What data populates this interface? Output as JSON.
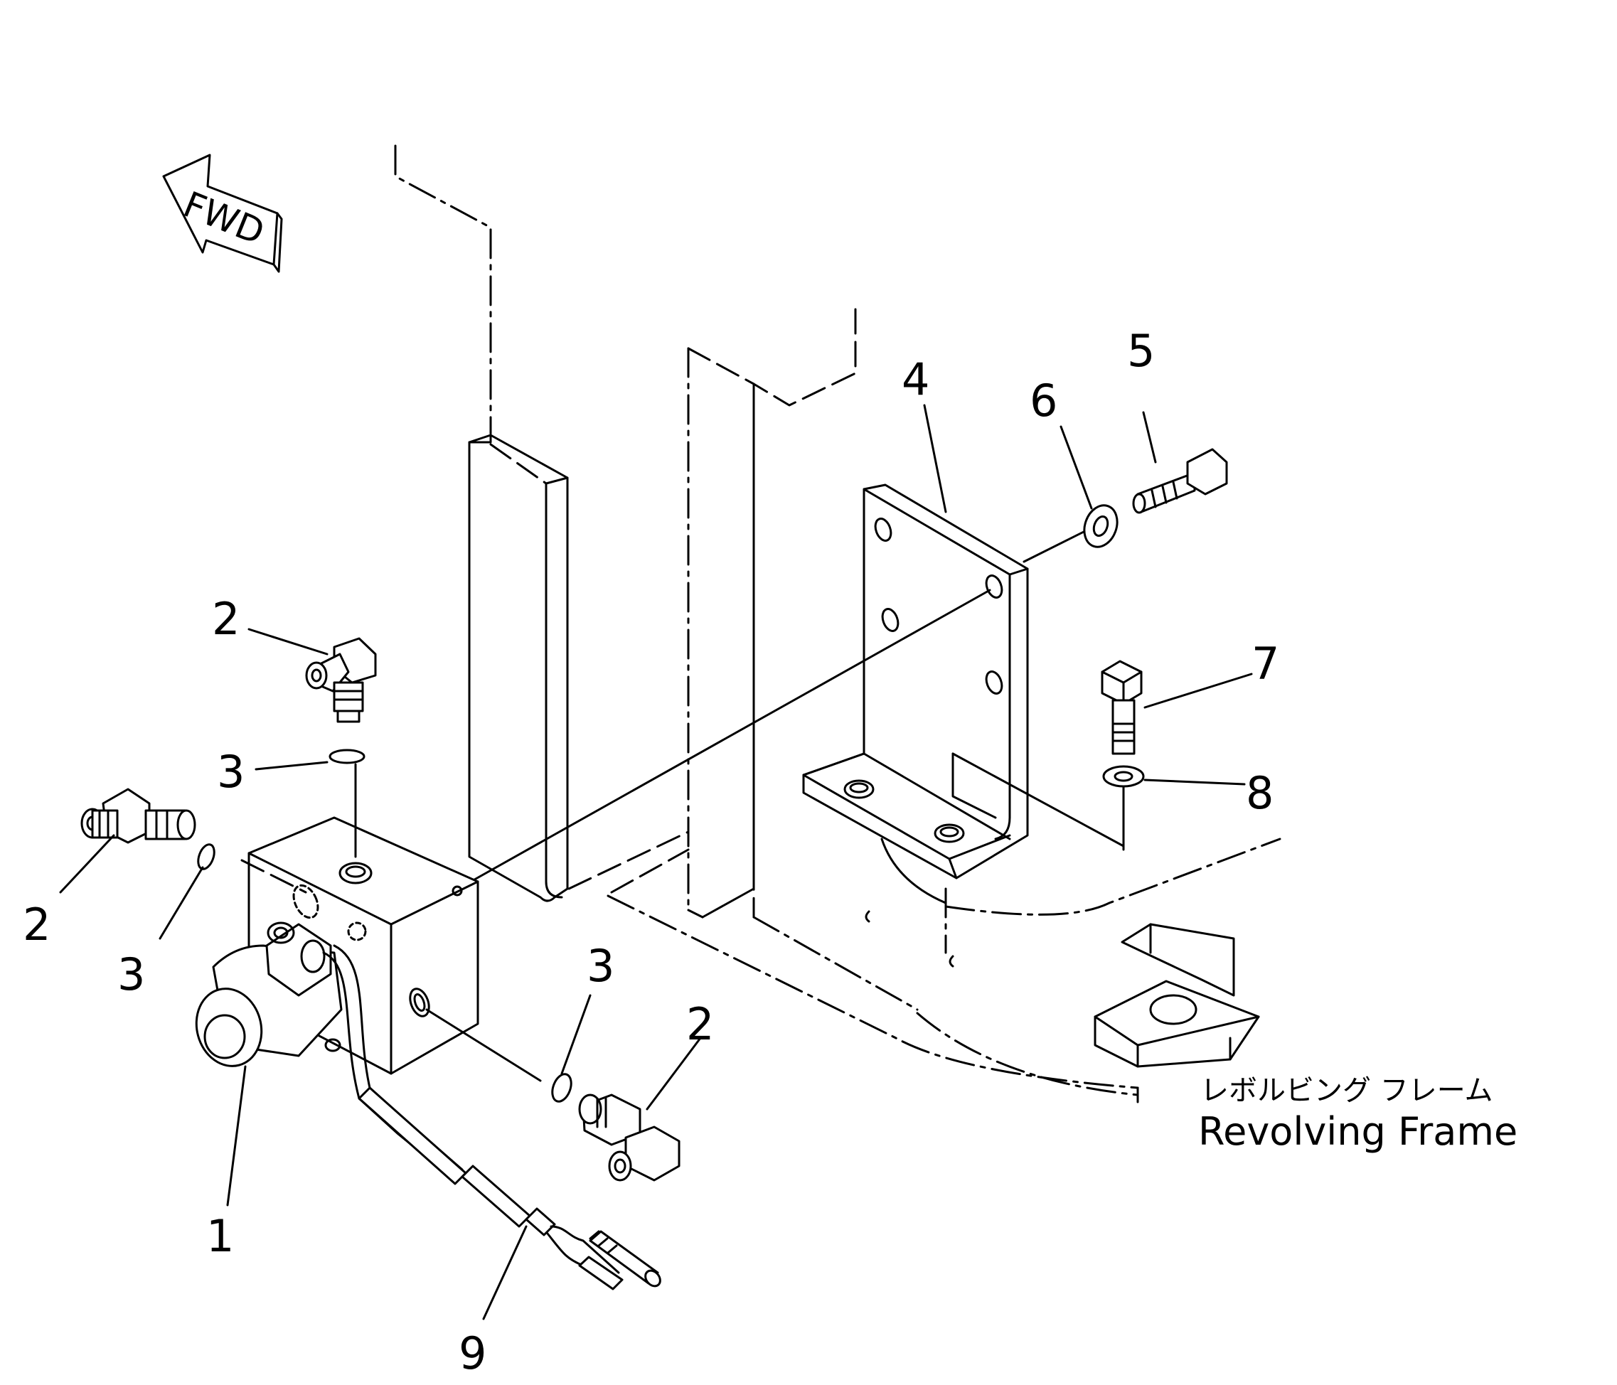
{
  "forward_arrow": {
    "label": "FWD"
  },
  "callouts": {
    "c1": "1",
    "c2_top": "2",
    "c2_left": "2",
    "c2_right": "2",
    "c3_top": "3",
    "c3_left": "3",
    "c3_right": "3",
    "c4": "4",
    "c5": "5",
    "c6": "6",
    "c7": "7",
    "c8": "8",
    "c9": "9"
  },
  "frame_label": {
    "japanese": "レボルビング フレーム",
    "english": "Revolving Frame"
  }
}
